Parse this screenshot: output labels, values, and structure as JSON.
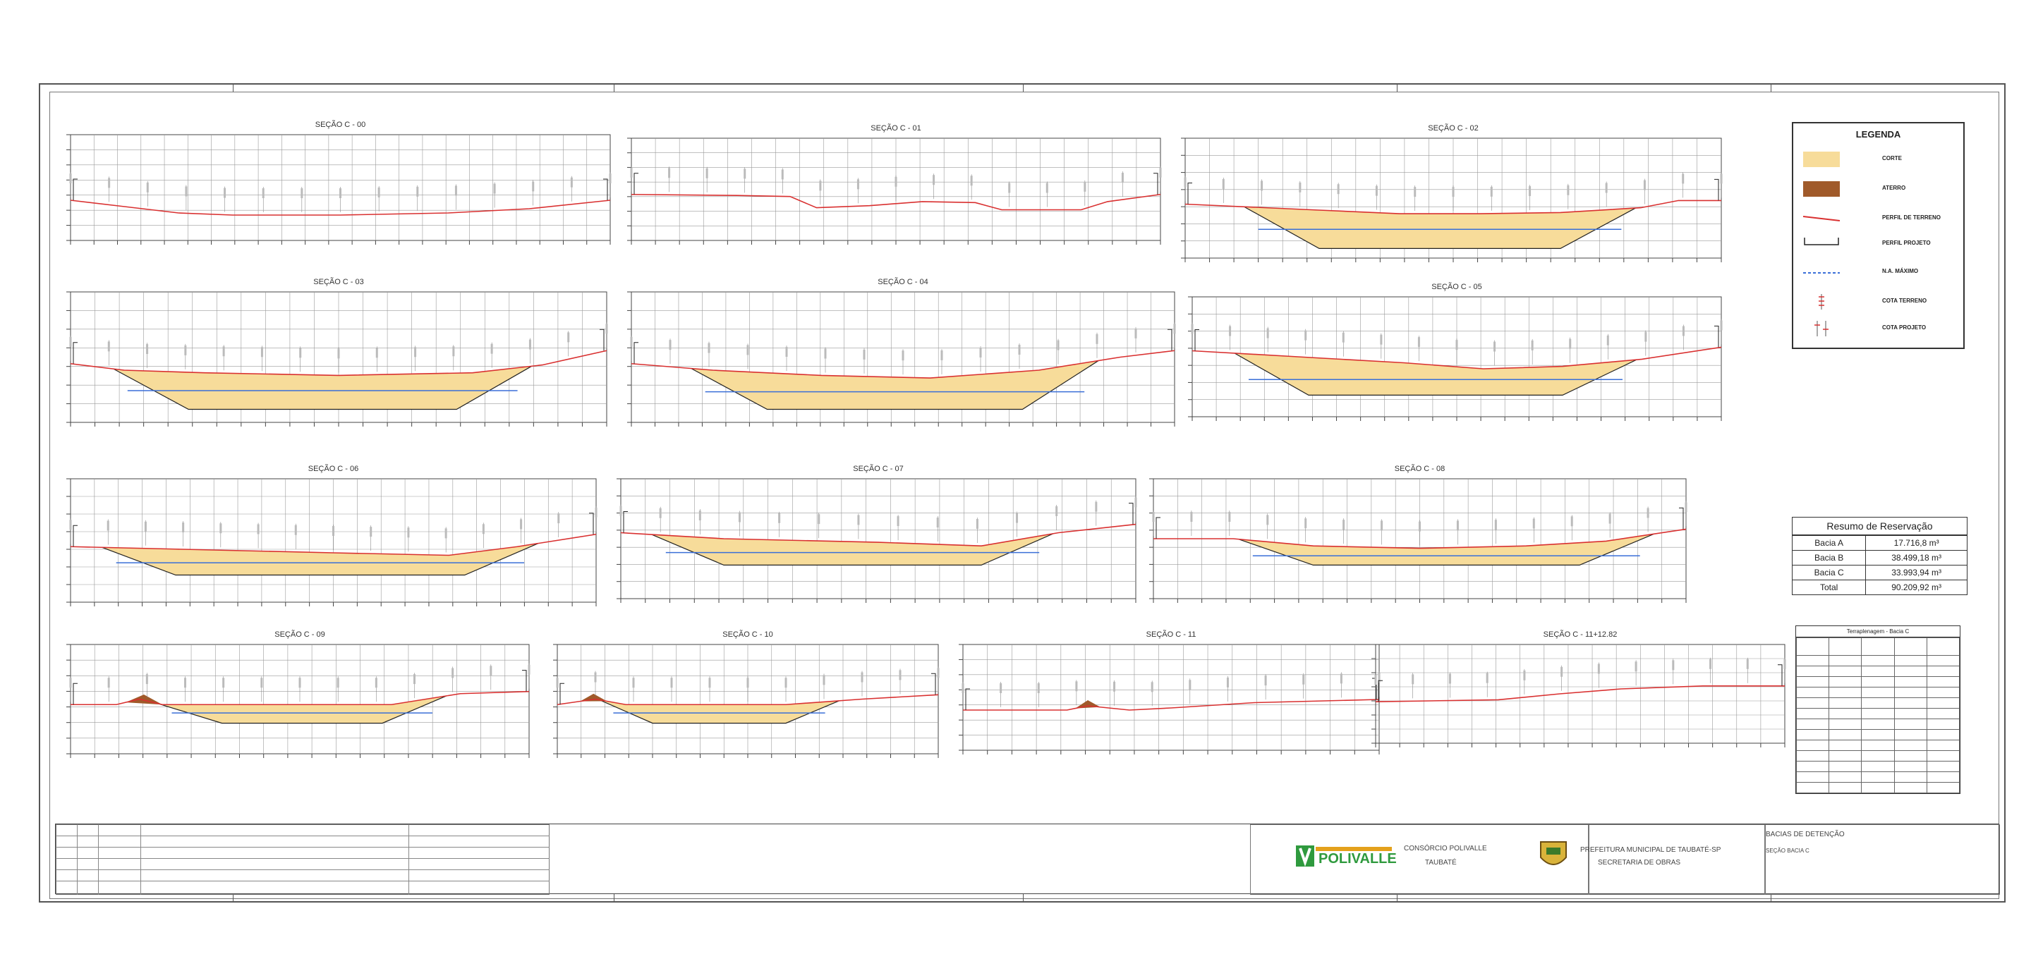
{
  "sections": [
    {
      "id": "s00",
      "title": "SEÇÃO C - 00",
      "cut": false,
      "ground": [
        [
          0,
          0.62
        ],
        [
          0.1,
          0.68
        ],
        [
          0.2,
          0.74
        ],
        [
          0.3,
          0.76
        ],
        [
          0.5,
          0.76
        ],
        [
          0.7,
          0.74
        ],
        [
          0.85,
          0.7
        ],
        [
          1,
          0.62
        ]
      ]
    },
    {
      "id": "s01",
      "title": "SEÇÃO C - 01",
      "cut": false,
      "ground": [
        [
          0,
          0.55
        ],
        [
          0.2,
          0.56
        ],
        [
          0.3,
          0.57
        ],
        [
          0.35,
          0.68
        ],
        [
          0.45,
          0.66
        ],
        [
          0.55,
          0.62
        ],
        [
          0.65,
          0.63
        ],
        [
          0.7,
          0.7
        ],
        [
          0.85,
          0.7
        ],
        [
          0.9,
          0.62
        ],
        [
          1,
          0.55
        ]
      ]
    },
    {
      "id": "s02",
      "title": "SEÇÃO C - 02",
      "cut": true,
      "floor": 0.92,
      "left": 0.25,
      "right": 0.7,
      "ground": [
        [
          0,
          0.55
        ],
        [
          0.1,
          0.57
        ],
        [
          0.25,
          0.6
        ],
        [
          0.4,
          0.63
        ],
        [
          0.55,
          0.63
        ],
        [
          0.7,
          0.62
        ],
        [
          0.85,
          0.58
        ],
        [
          0.92,
          0.52
        ],
        [
          1,
          0.52
        ]
      ]
    },
    {
      "id": "s03",
      "title": "SEÇÃO C - 03",
      "cut": true,
      "floor": 0.9,
      "left": 0.22,
      "right": 0.72,
      "ground": [
        [
          0,
          0.55
        ],
        [
          0.1,
          0.6
        ],
        [
          0.25,
          0.62
        ],
        [
          0.5,
          0.64
        ],
        [
          0.75,
          0.62
        ],
        [
          0.88,
          0.56
        ],
        [
          1,
          0.45
        ]
      ]
    },
    {
      "id": "s04",
      "title": "SEÇÃO C - 04",
      "cut": true,
      "floor": 0.9,
      "left": 0.25,
      "right": 0.72,
      "ground": [
        [
          0,
          0.55
        ],
        [
          0.15,
          0.6
        ],
        [
          0.35,
          0.64
        ],
        [
          0.55,
          0.66
        ],
        [
          0.75,
          0.6
        ],
        [
          0.9,
          0.5
        ],
        [
          1,
          0.45
        ]
      ]
    },
    {
      "id": "s05",
      "title": "SEÇÃO C - 05",
      "cut": true,
      "floor": 0.82,
      "left": 0.22,
      "right": 0.7,
      "ground": [
        [
          0,
          0.45
        ],
        [
          0.2,
          0.5
        ],
        [
          0.4,
          0.55
        ],
        [
          0.55,
          0.6
        ],
        [
          0.7,
          0.58
        ],
        [
          0.85,
          0.52
        ],
        [
          1,
          0.42
        ]
      ]
    },
    {
      "id": "s06",
      "title": "SEÇÃO C - 06",
      "cut": true,
      "floor": 0.78,
      "left": 0.2,
      "right": 0.75,
      "ground": [
        [
          0,
          0.55
        ],
        [
          0.2,
          0.57
        ],
        [
          0.5,
          0.6
        ],
        [
          0.72,
          0.62
        ],
        [
          0.85,
          0.55
        ],
        [
          1,
          0.45
        ]
      ]
    },
    {
      "id": "s07",
      "title": "SEÇÃO C - 07",
      "cut": true,
      "floor": 0.72,
      "left": 0.2,
      "right": 0.7,
      "ground": [
        [
          0,
          0.45
        ],
        [
          0.2,
          0.5
        ],
        [
          0.5,
          0.53
        ],
        [
          0.7,
          0.56
        ],
        [
          0.85,
          0.45
        ],
        [
          1,
          0.38
        ]
      ]
    },
    {
      "id": "s08",
      "title": "SEÇÃO C - 08",
      "cut": true,
      "floor": 0.72,
      "left": 0.3,
      "right": 0.8,
      "ground": [
        [
          0,
          0.5
        ],
        [
          0.15,
          0.5
        ],
        [
          0.3,
          0.56
        ],
        [
          0.5,
          0.58
        ],
        [
          0.7,
          0.56
        ],
        [
          0.85,
          0.52
        ],
        [
          1,
          0.42
        ]
      ]
    },
    {
      "id": "s09",
      "title": "SEÇÃO C - 09",
      "cut": true,
      "floor": 0.72,
      "left": 0.33,
      "right": 0.68,
      "fill": [
        0.12,
        0.2
      ],
      "ground": [
        [
          0,
          0.55
        ],
        [
          0.1,
          0.55
        ],
        [
          0.15,
          0.5
        ],
        [
          0.2,
          0.55
        ],
        [
          0.7,
          0.55
        ],
        [
          0.85,
          0.45
        ],
        [
          1,
          0.43
        ]
      ]
    },
    {
      "id": "s10",
      "title": "SEÇÃO C - 10",
      "cut": true,
      "floor": 0.72,
      "left": 0.25,
      "right": 0.6,
      "fill": [
        0.06,
        0.13
      ],
      "ground": [
        [
          0,
          0.55
        ],
        [
          0.1,
          0.5
        ],
        [
          0.18,
          0.55
        ],
        [
          0.6,
          0.55
        ],
        [
          0.8,
          0.5
        ],
        [
          1,
          0.46
        ]
      ]
    },
    {
      "id": "s11",
      "title": "SEÇÃO C - 11",
      "cut": false,
      "fill": [
        0.27,
        0.33
      ],
      "ground": [
        [
          0,
          0.62
        ],
        [
          0.25,
          0.62
        ],
        [
          0.3,
          0.58
        ],
        [
          0.4,
          0.62
        ],
        [
          0.5,
          0.6
        ],
        [
          0.7,
          0.55
        ],
        [
          1,
          0.52
        ]
      ]
    },
    {
      "id": "s12",
      "title": "SEÇÃO C - 11+12.82",
      "cut": false,
      "ground": [
        [
          0,
          0.58
        ],
        [
          0.3,
          0.56
        ],
        [
          0.45,
          0.5
        ],
        [
          0.6,
          0.45
        ],
        [
          0.8,
          0.42
        ],
        [
          1,
          0.42
        ]
      ]
    }
  ],
  "legend": {
    "title": "LEGENDA",
    "items": [
      "CORTE",
      "ATERRO",
      "PERFIL DE TERRENO",
      "PERFIL PROJETO",
      "N.A. MÁXIMO",
      "COTA TERRENO",
      "COTA PROJETO"
    ]
  },
  "colors": {
    "corte": "#f7dc9a",
    "aterro": "#a05a2a",
    "terreno": "#d93030",
    "projeto": "#222222",
    "na": "#3a6fd8"
  },
  "summary": {
    "title": "Resumo de Reservação",
    "rows": [
      [
        "Bacia A",
        "17.716,8 m³"
      ],
      [
        "Bacia B",
        "38.499,18 m³"
      ],
      [
        "Bacia C",
        "33.993,94 m³"
      ],
      [
        "Total",
        "90.209,92 m³"
      ]
    ]
  },
  "topo": {
    "title": "Terraplenagem - Bacia C"
  },
  "stamp": {
    "company1": "CONSÓRCIO POLIVALLE",
    "company1_sub": "TAUBATÉ",
    "logo": "POLIVALLE",
    "municipality": "PREFEITURA MUNICIPAL DE TAUBATÉ-SP",
    "department": "SECRETARIA DE OBRAS",
    "project": "BACIAS DE DETENÇÃO",
    "project_sub": "SEÇÃO BACIA C"
  }
}
